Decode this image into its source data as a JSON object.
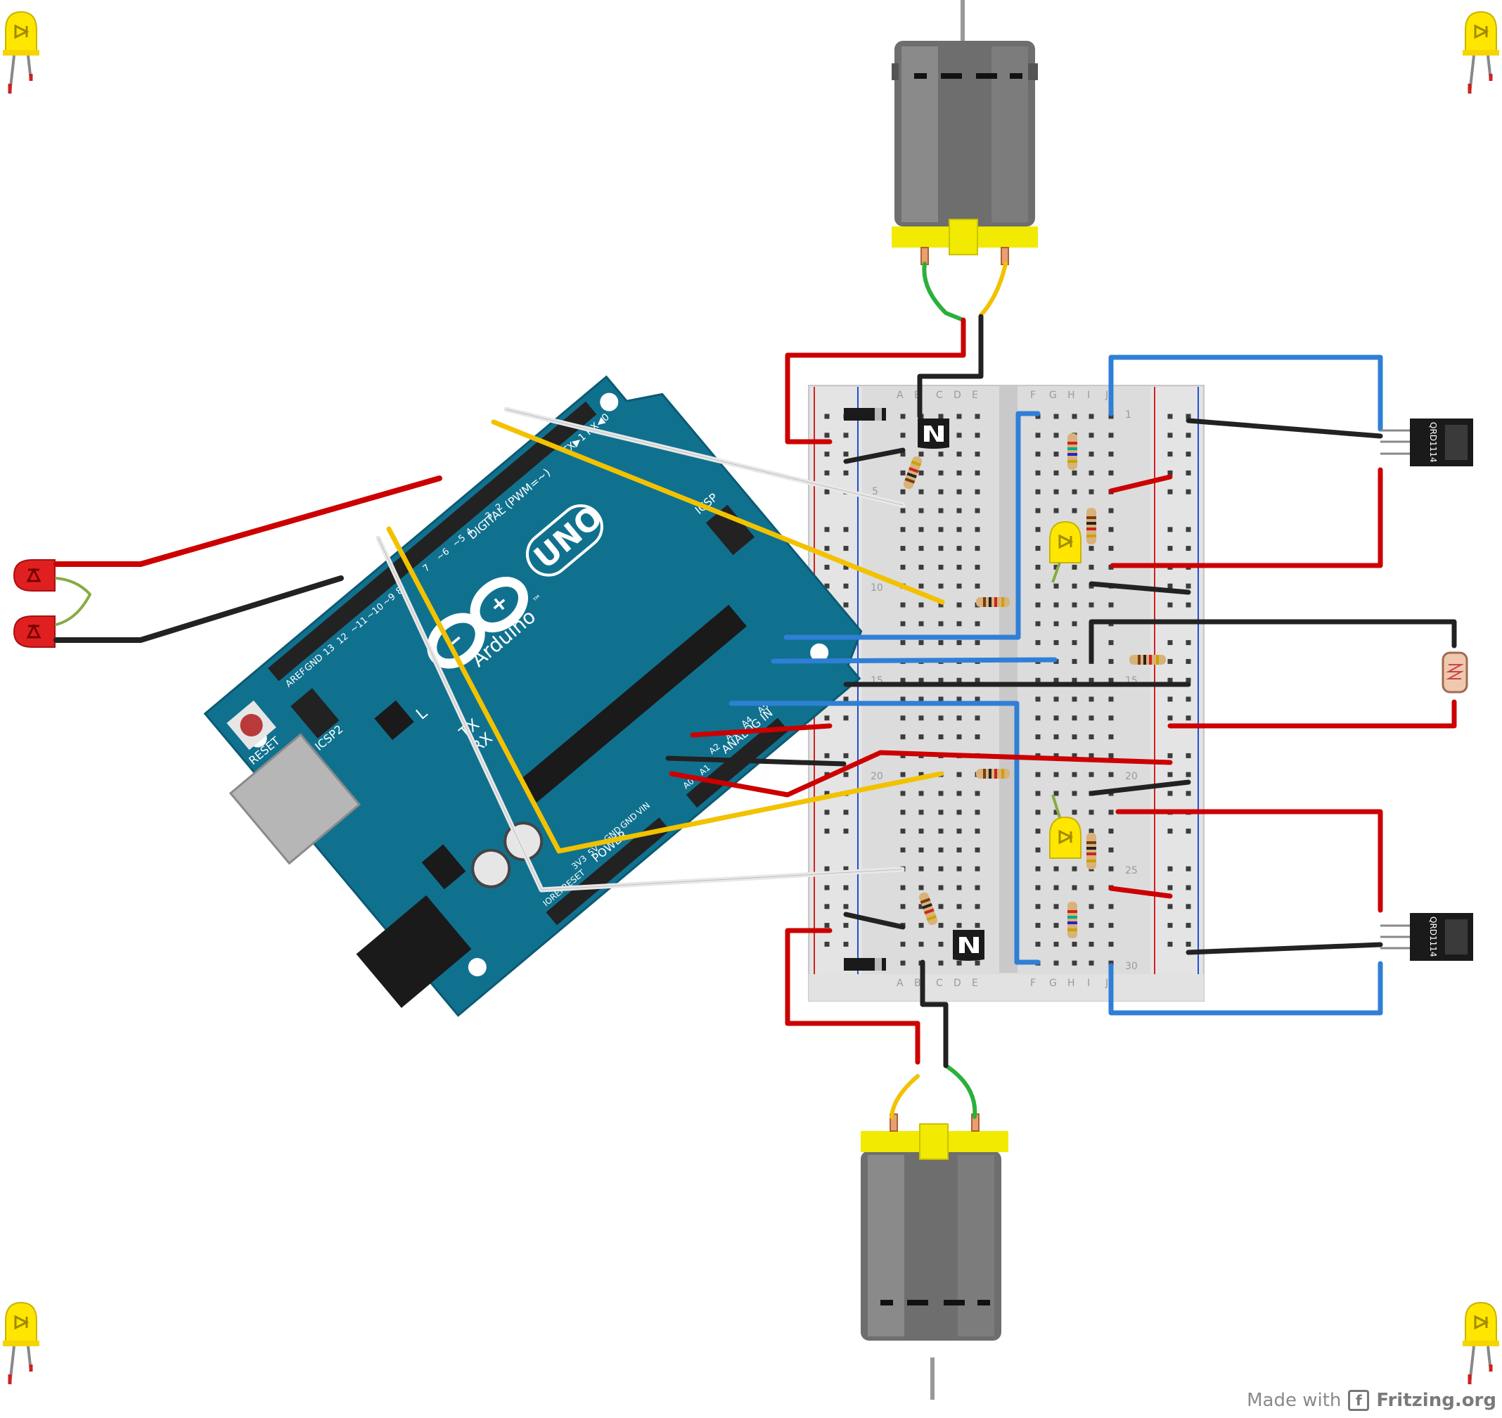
{
  "arduino": {
    "model": "UNO",
    "brand": "Arduino",
    "tm": "™",
    "header_digital": "DIGITAL (PWM=~)",
    "header_analog": "ANALOG IN",
    "header_power": "POWER",
    "tx": "TX",
    "rx": "RX",
    "txrx_pin": "TX▶1  RX◀0",
    "l": "L",
    "reset": "RESET",
    "icsp": "ICSP",
    "icsp2": "ICSP2",
    "aref": "AREF",
    "gnd": "GND",
    "pin13": "13",
    "pin12": "12",
    "pin11": "~11",
    "pin10": "~10",
    "pin9": "~9",
    "pin8": "8",
    "pin7": "7",
    "pin6": "~6",
    "pin5": "~5",
    "pin4": "4",
    "pin3": "~3",
    "pin2": "2",
    "power_pins": [
      "IOREF",
      "RESET",
      "3V3",
      "5V",
      "GND",
      "GND",
      "VIN"
    ],
    "analog_pins": [
      "A0",
      "A1",
      "A2",
      "A3",
      "A4",
      "A5"
    ]
  },
  "breadboard": {
    "cols_left": [
      "A",
      "B",
      "C",
      "D",
      "E"
    ],
    "cols_right": [
      "F",
      "G",
      "H",
      "I",
      "J"
    ],
    "row_labels": [
      "1",
      "5",
      "10",
      "15",
      "20",
      "25",
      "30"
    ]
  },
  "sensors": {
    "top": "QRD1114",
    "bottom": "QRD1114"
  },
  "footer": {
    "made_with": "Made with",
    "brand": "Fritzing.org",
    "logo": "f"
  },
  "colors": {
    "arduino": "#10718f",
    "wire_red": "#cc0000",
    "wire_black": "#222222",
    "wire_blue": "#2f7fd6",
    "wire_yellow": "#f2c200",
    "wire_white": "#e8e8e8",
    "wire_green": "#2bb03a",
    "motor_body": "#6e6e6e",
    "motor_cap": "#f2ea00",
    "led_yellow": "#ffe600",
    "led_red": "#e02020"
  }
}
